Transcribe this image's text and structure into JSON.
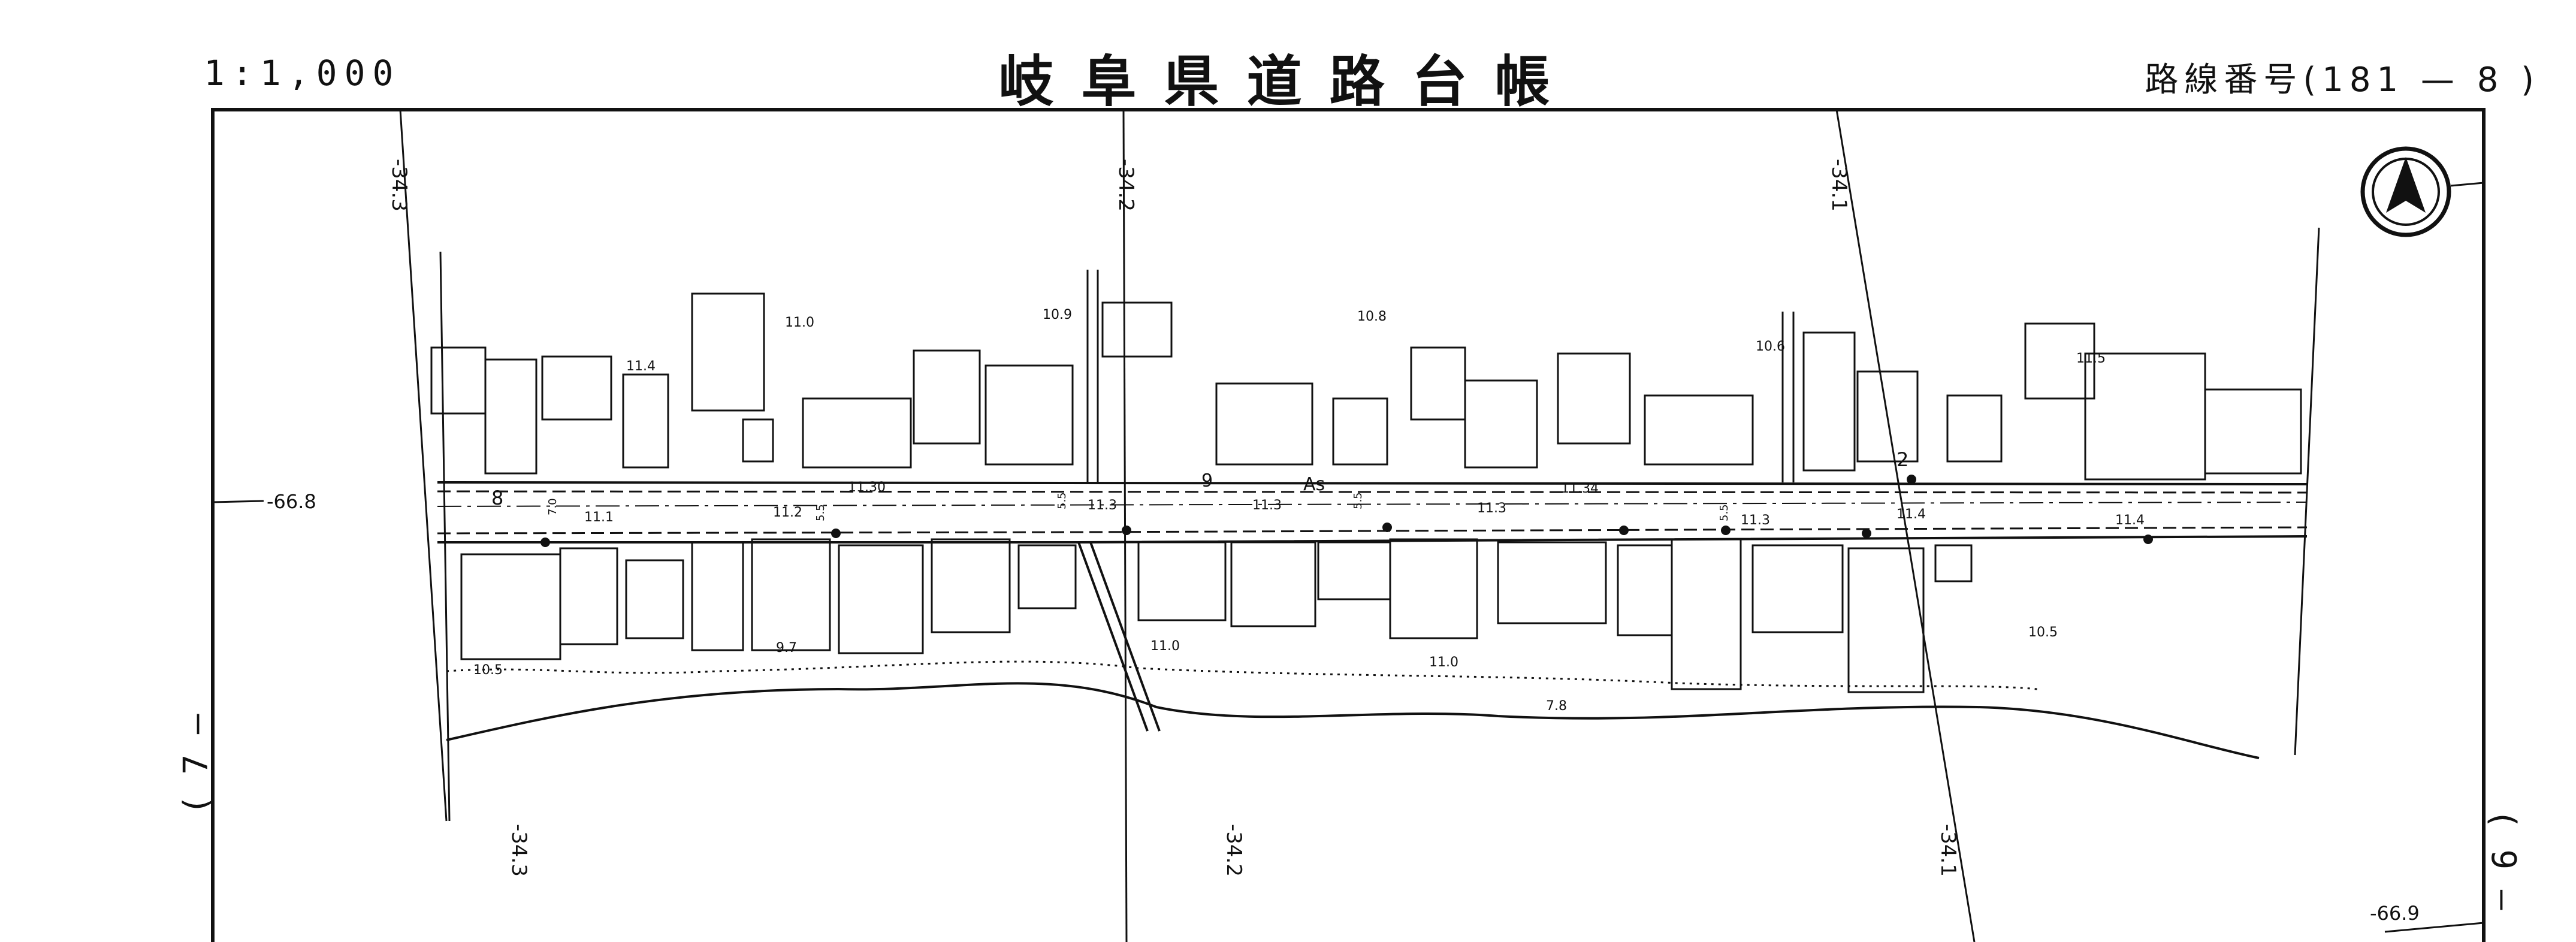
{
  "header": {
    "scale": "1:1,000",
    "title": "岐阜県道路台帳",
    "route_label": "路線番号",
    "route_number": "(181 — 8 )"
  },
  "side_refs": {
    "left": "( 7 —",
    "right": "( 9 —"
  },
  "grid_labels": {
    "top": [
      "-34.3",
      "-34.2",
      "-34.1"
    ],
    "bottom": [
      "-34.3",
      "-34.2",
      "-34.1"
    ],
    "left": "-66.8",
    "right": "-66.9"
  },
  "north_arrow": "north-arrow-icon",
  "road": {
    "surface": "As",
    "width_label": "9",
    "section_left": "8",
    "marker_right": "2",
    "widths": [
      "7.0",
      "5.5",
      "5.5",
      "5.5",
      "5.5"
    ],
    "centerline_elevations": [
      "11.30",
      "11.34"
    ],
    "edge_elevations": [
      "11.1",
      "11.2",
      "11.3",
      "11.3",
      "11.3",
      "11.3",
      "11.4",
      "11.4"
    ]
  },
  "elevations": {
    "north": [
      "11.0",
      "11.4",
      "10.9",
      "10.8",
      "10.6",
      "11.5"
    ],
    "south": [
      "10.5",
      "9.7",
      "11.0",
      "11.0",
      "7.8",
      "10.5"
    ]
  }
}
